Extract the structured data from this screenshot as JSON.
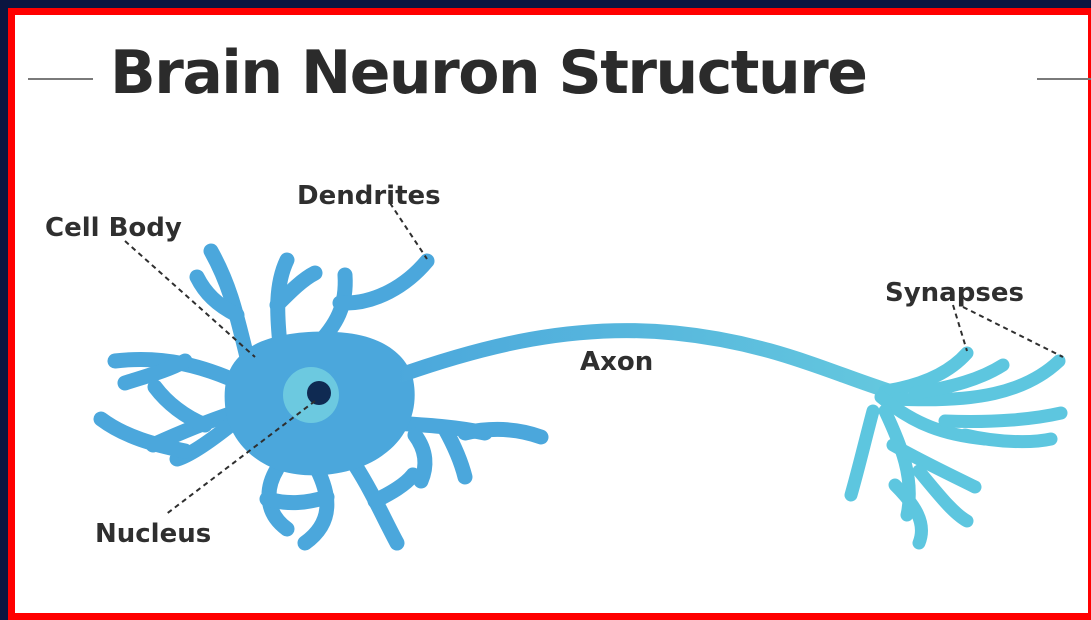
{
  "title": "Brain Neuron Structure",
  "labels": {
    "dendrites": "Dendrites",
    "cell_body": "Cell Body",
    "synapses": "Synapses",
    "axon": "Axon",
    "nucleus": "Nucleus"
  },
  "colors": {
    "frame": "#ff0000",
    "neuron": "#4ba7dc",
    "axon_end": "#5dc6df",
    "nucleus_ring": "#6cc9e0",
    "nucleus_core": "#0f2a52",
    "label_text": "#2f2f2f"
  }
}
